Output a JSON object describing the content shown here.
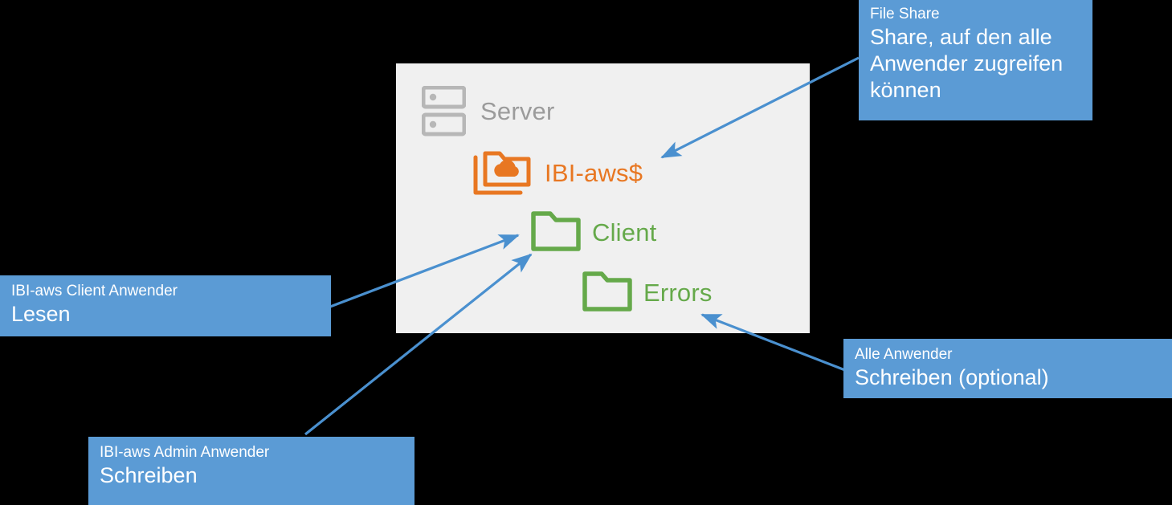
{
  "diagram": {
    "background_color": "#000000",
    "panel_color": "#F0F0F0",
    "accent_blue": "#5B9BD5",
    "orange": "#E87722",
    "green": "#65A94A",
    "gray": "#9B9B9B"
  },
  "server": {
    "title": "Server",
    "icon": "server-icon",
    "nodes": [
      {
        "label": "IBI-aws$",
        "icon": "cloud-folder-icon",
        "color": "#E87722"
      },
      {
        "label": "Client",
        "icon": "folder-icon",
        "color": "#65A94A"
      },
      {
        "label": "Errors",
        "icon": "folder-icon",
        "color": "#65A94A"
      }
    ]
  },
  "callouts": [
    {
      "id": "file-share",
      "title": "File Share",
      "body": "Share, auf den alle Anwender zugreifen können",
      "target": "IBI-aws$"
    },
    {
      "id": "ibi-aws-client-anwender",
      "title": "IBI-aws Client Anwender",
      "body": "Lesen",
      "target": "Client"
    },
    {
      "id": "ibi-aws-admin-anwender",
      "title": "IBI-aws Admin Anwender",
      "body": "Schreiben",
      "target": "Client"
    },
    {
      "id": "alle-anwender",
      "title": "Alle Anwender",
      "body": "Schreiben (optional)",
      "target": "Errors"
    }
  ]
}
